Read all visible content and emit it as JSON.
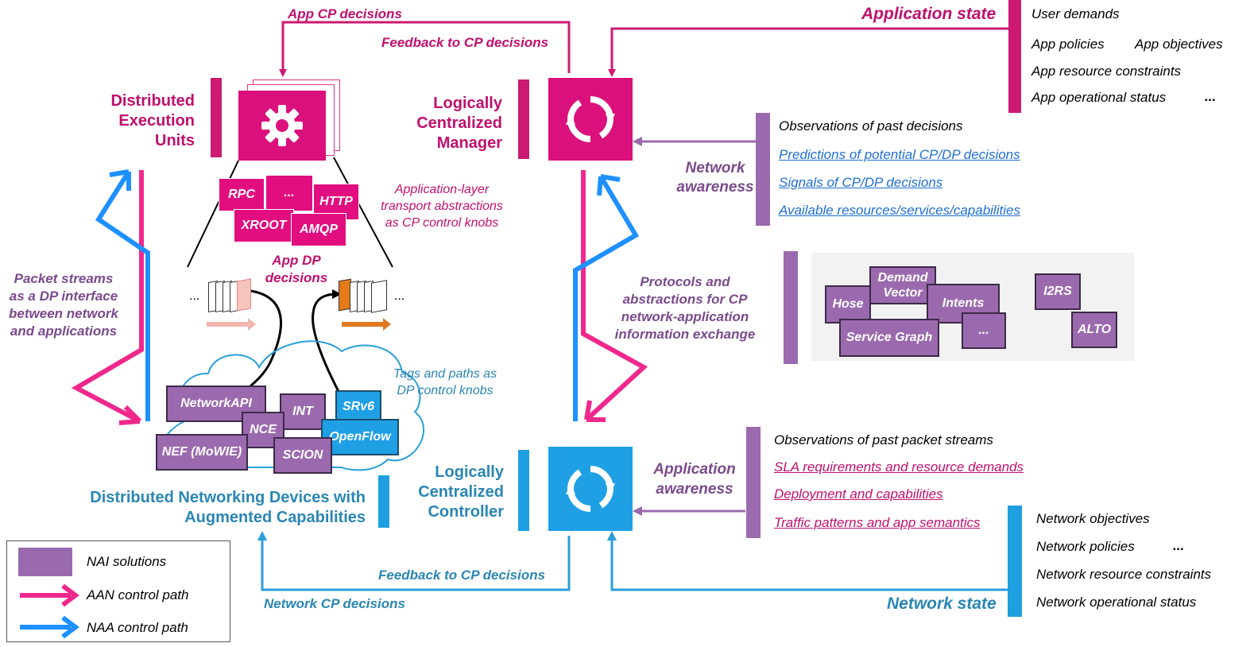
{
  "top": {
    "app_cp_decisions": "App CP decisions",
    "feedback_app": "Feedback to CP decisions",
    "application_state": "Application state"
  },
  "app_state_items": {
    "user_demands": "User demands",
    "app_policies": "App policies",
    "app_objectives": "App objectives",
    "app_resource_constraints": "App resource constraints",
    "app_operational_status": "App operational status",
    "ellipsis": "..."
  },
  "labels": {
    "deu_line1": "Distributed",
    "deu_line2": "Execution",
    "deu_line3": "Units",
    "lcm_line1": "Logically",
    "lcm_line2": "Centralized",
    "lcm_line3": "Manager",
    "lcc_line1": "Logically",
    "lcc_line2": "Centralized",
    "lcc_line3": "Controller",
    "dnd_line1": "Distributed Networking Devices with",
    "dnd_line2": "Augmented Capabilities"
  },
  "app_layer": {
    "boxes": [
      "RPC",
      "...",
      "HTTP",
      "XROOT",
      "AMQP"
    ],
    "desc_line1": "Application-layer",
    "desc_line2": "transport abstractions",
    "desc_line3": "as CP control knobs",
    "dp_line1": "App DP",
    "dp_line2": "decisions",
    "dots_left": "...",
    "dots_right": "..."
  },
  "packet_streams": {
    "line1": "Packet streams",
    "line2": "as a DP interface",
    "line3": "between network",
    "line4": "and applications"
  },
  "network_awareness": {
    "line1": "Network",
    "line2": "awareness",
    "items": [
      "Observations of past decisions",
      "Predictions of potential CP/DP decisions",
      "Signals of CP/DP decisions",
      "Available resources/services/capabilities"
    ]
  },
  "protocols": {
    "line1": "Protocols and",
    "line2": "abstractions for CP",
    "line3": "network-application",
    "line4": "information exchange",
    "boxes": {
      "hose": "Hose",
      "demand_vector": "Demand Vector",
      "intents": "Intents",
      "service_graph": "Service Graph",
      "ellipsis": "...",
      "i2rs": "I2RS",
      "alto": "ALTO"
    }
  },
  "network_devices": {
    "tags_line1": "Tags and paths as",
    "tags_line2": "DP control knobs",
    "boxes": {
      "network_api": "NetworkAPI",
      "int": "INT",
      "srv6": "SRv6",
      "nce": "NCE",
      "openflow": "OpenFlow",
      "nef": "NEF (MoWIE)",
      "scion": "SCION"
    }
  },
  "application_awareness": {
    "line1": "Application",
    "line2": "awareness",
    "items": [
      "Observations of past packet streams",
      "SLA requirements and resource demands",
      "Deployment and capabilities",
      "Traffic patterns and app semantics"
    ]
  },
  "network_state_items": {
    "network_objectives": "Network objectives",
    "network_policies": "Network policies",
    "ellipsis": "...",
    "network_resource_constraints": "Network resource constraints",
    "network_operational_status": "Network operational status"
  },
  "bottom": {
    "feedback_net": "Feedback to CP decisions",
    "network_cp_decisions": "Network CP decisions",
    "network_state": "Network state"
  },
  "legend": {
    "nai": "NAI solutions",
    "aan": "AAN control path",
    "naa": "NAA control path"
  },
  "colors": {
    "magenta": "#c0106e",
    "purple": "#9b6aae",
    "blue": "#1f9fe0",
    "aan_arrow": "#f0288c",
    "naa_arrow": "#1e90ff"
  }
}
